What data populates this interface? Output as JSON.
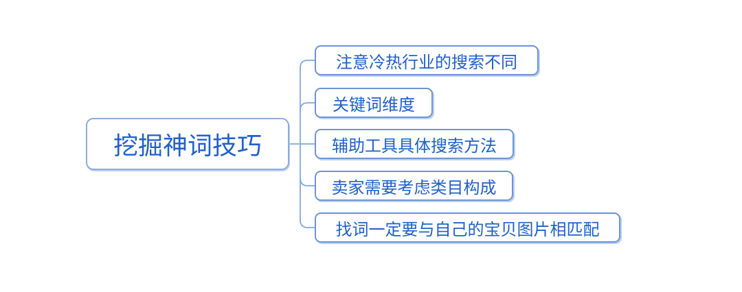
{
  "root": {
    "label": "挖掘神词技巧"
  },
  "children": [
    {
      "label": "注意冷热行业的搜索不同"
    },
    {
      "label": "关键词维度"
    },
    {
      "label": "辅助工具具体搜索方法"
    },
    {
      "label": "卖家需要考虑类目构成"
    },
    {
      "label": "找词一定要与自己的宝贝图片相匹配"
    }
  ],
  "colors": {
    "background": "#FFFFFF",
    "text": "#1E60CC",
    "node_border_root": "#8FAADC",
    "node_border_child": "#6C93D6",
    "connector": "#7FA7E2",
    "shadow": "#BCD0F0"
  }
}
